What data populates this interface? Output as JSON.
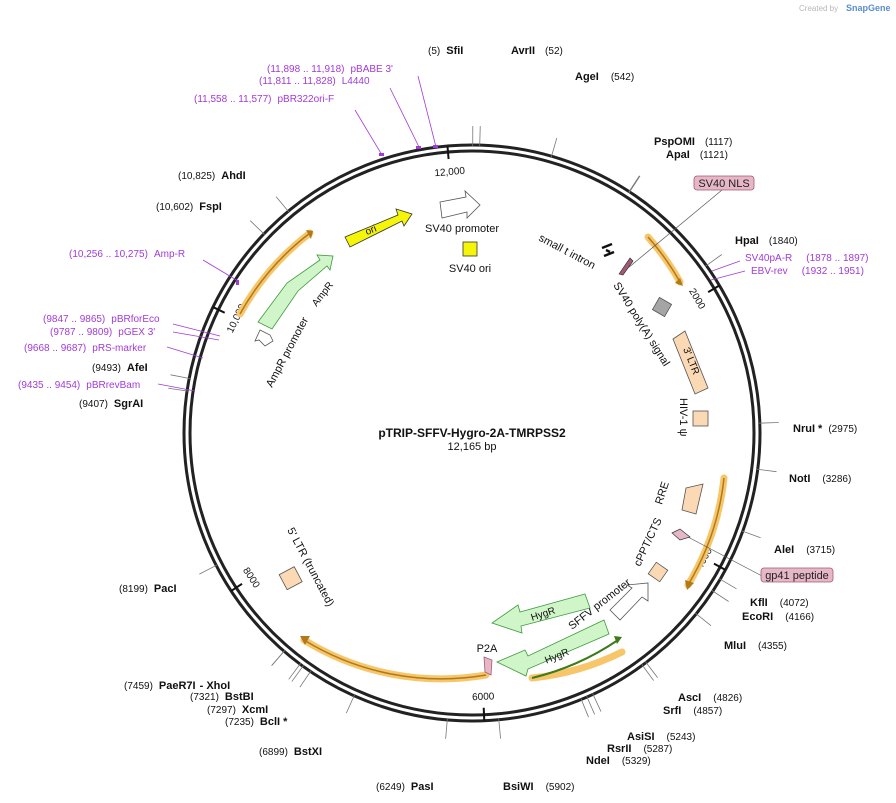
{
  "app": {
    "credit": "Created by",
    "brand": "SnapGene"
  },
  "plasmid": {
    "name": "pTRIP-SFFV-Hygro-2A-TMRPSS2",
    "size_label": "12,165 bp",
    "length": 12165
  },
  "ticks": [
    {
      "pos": 2000,
      "label": "2000"
    },
    {
      "pos": 4000,
      "label": "4000"
    },
    {
      "pos": 6000,
      "label": "6000"
    },
    {
      "pos": 8000,
      "label": "8000"
    },
    {
      "pos": 10000,
      "label": "10,000"
    },
    {
      "pos": 12000,
      "label": "12,000"
    }
  ],
  "sites": [
    {
      "name": "SfiI",
      "pos": "(5)",
      "bp": 5
    },
    {
      "name": "AvrII",
      "pos": "(52)",
      "bp": 52
    },
    {
      "name": "AgeI",
      "pos": "(542)",
      "bp": 542
    },
    {
      "name": "PspOMI",
      "pos": "(1117)",
      "bp": 1117
    },
    {
      "name": "ApaI",
      "pos": "(1121)",
      "bp": 1121
    },
    {
      "name": "HpaI",
      "pos": "(1840)",
      "bp": 1840
    },
    {
      "name": "NruI *",
      "pos": "(2975)",
      "bp": 2975
    },
    {
      "name": "NotI",
      "pos": "(3286)",
      "bp": 3286
    },
    {
      "name": "AleI",
      "pos": "(3715)",
      "bp": 3715
    },
    {
      "name": "KflI",
      "pos": "(4072)",
      "bp": 4072
    },
    {
      "name": "EcoRI",
      "pos": "(4166)",
      "bp": 4166
    },
    {
      "name": "MluI",
      "pos": "(4355)",
      "bp": 4355
    },
    {
      "name": "AscI",
      "pos": "(4826)",
      "bp": 4826
    },
    {
      "name": "SrfI",
      "pos": "(4857)",
      "bp": 4857
    },
    {
      "name": "AsiSI",
      "pos": "(5243)",
      "bp": 5243
    },
    {
      "name": "RsrII",
      "pos": "(5287)",
      "bp": 5287
    },
    {
      "name": "NdeI",
      "pos": "(5329)",
      "bp": 5329
    },
    {
      "name": "BsiWI",
      "pos": "(5902)",
      "bp": 5902
    },
    {
      "name": "PasI",
      "pos": "(6249)",
      "bp": 6249
    },
    {
      "name": "BstXI",
      "pos": "(6899)",
      "bp": 6899
    },
    {
      "name": "BclI *",
      "pos": "(7235)",
      "bp": 7235
    },
    {
      "name": "XcmI",
      "pos": "(7297)",
      "bp": 7297
    },
    {
      "name": "BstBI",
      "pos": "(7321)",
      "bp": 7321
    },
    {
      "name": "PaeR7I",
      "pos": "(7459)",
      "bp": 7459
    },
    {
      "name": "- XhoI",
      "pos": "",
      "bp": 7459
    },
    {
      "name": "PacI",
      "pos": "(8199)",
      "bp": 8199
    },
    {
      "name": "SgrAI",
      "pos": "(9407)",
      "bp": 9407
    },
    {
      "name": "AfeI",
      "pos": "(9493)",
      "bp": 9493
    },
    {
      "name": "FspI",
      "pos": "(10,602)",
      "bp": 10602
    },
    {
      "name": "AhdI",
      "pos": "(10,825)",
      "bp": 10825
    }
  ],
  "primers": [
    {
      "name": "pBABE 3'",
      "pos": "(11,898 .. 11,918)"
    },
    {
      "name": "L4440",
      "pos": "(11,811 .. 11,828)"
    },
    {
      "name": "pBR322ori-F",
      "pos": "(11,558 .. 11,577)"
    },
    {
      "name": "Amp-R",
      "pos": "(10,256 .. 10,275)"
    },
    {
      "name": "pBRforEco",
      "pos": "(9847 .. 9865)"
    },
    {
      "name": "pGEX 3'",
      "pos": "(9787 .. 9809)"
    },
    {
      "name": "pRS-marker",
      "pos": "(9668 .. 9687)"
    },
    {
      "name": "pBRrevBam",
      "pos": "(9435 .. 9454)"
    },
    {
      "name": "SV40pA-R",
      "pos": "(1878 .. 1897)"
    },
    {
      "name": "EBV-rev",
      "pos": "(1932 .. 1951)"
    }
  ],
  "features": {
    "sv40_nls": "SV40 NLS",
    "gp41": "gp41 peptide",
    "sv40_promoter": "SV40 promoter",
    "sv40_ori": "SV40 ori",
    "ori": "ori",
    "ampr": "AmpR",
    "ampr_promoter": "AmpR promoter",
    "small_t_intron": "small t intron",
    "sv40_polya": "SV40 poly(A) signal",
    "ltr3": "3' LTR",
    "hiv_psi": "HIV-1 ψ",
    "rre": "RRE",
    "cppt": "cPPT/CTS",
    "sffv_promoter": "SFFV promoter",
    "hygr1": "HygR",
    "hygr2": "HygR",
    "p2a": "P2A",
    "ltr5": "5' LTR (truncated)"
  },
  "colors": {
    "backbone": "#222222",
    "primer": "#a23ad8",
    "orf_highlight": "#f7c56a",
    "orf_arrow": "#b07a18",
    "green_fill": "#cff5c8",
    "green_stroke": "#3d9a3d",
    "ori_fill": "#f5f50a",
    "ltr_fill": "#fbd9b5",
    "pill_fill": "#e6b7c6",
    "pill_stroke": "#a15a76",
    "gray_fill": "#a5a5a5"
  }
}
